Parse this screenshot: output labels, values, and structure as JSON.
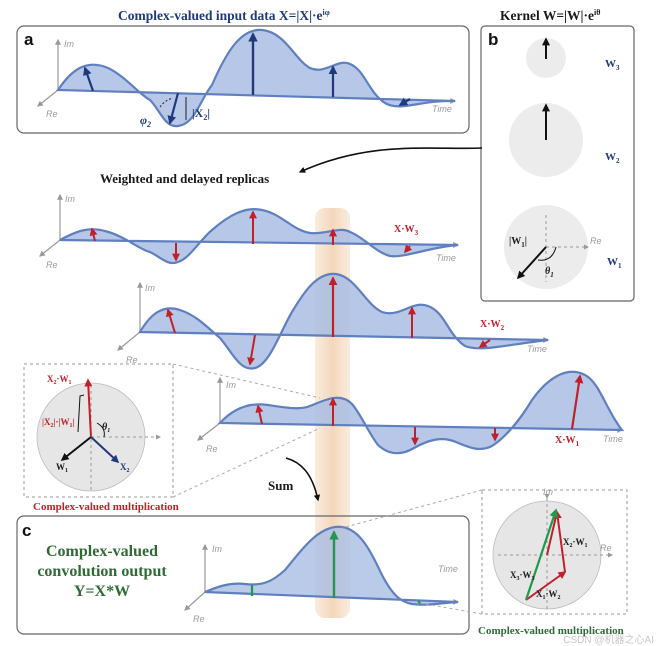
{
  "panels": {
    "a": "a",
    "b": "b",
    "c": "c"
  },
  "titles": {
    "input": "Complex-valued input data X=|X|·e",
    "input_sup": "iφ",
    "kernel": "Kernel W=|W|·e",
    "kernel_sup": "iθ",
    "replicas": "Weighted and delayed replicas",
    "sum": "Sum",
    "output_line1": "Complex-valued",
    "output_line2": "convolution output",
    "output_line3": "Y=X*W",
    "mult_left": "Complex-valued multiplication",
    "mult_right": "Complex-valued multiplication"
  },
  "axes": {
    "im": "Im",
    "re": "Re",
    "time": "Time"
  },
  "labels": {
    "phi2": "φ",
    "phi2_sub": "2",
    "x2abs": "|X",
    "x2abs_sub": "2",
    "x2abs_end": "|",
    "w3": "W",
    "w3_sub": "3",
    "w2": "W",
    "w2_sub": "2",
    "w1": "W",
    "w1_sub": "1",
    "w1abs": "|W",
    "w1abs_sub": "1",
    "w1abs_end": "|",
    "theta1": "θ",
    "theta1_sub": "1",
    "xw3": "X·W",
    "xw3_sub": "3",
    "xw2": "X·W",
    "xw2_sub": "2",
    "xw1": "X·W",
    "xw1_sub": "1",
    "x2w1": "X",
    "x2w1_mid": "2",
    "x2w1_end": "·W",
    "x2w1_sub": "1",
    "x2absw1": "|X",
    "x2absw1_a": "2",
    "x2absw1_b": "|·|W",
    "x2absw1_c": "1",
    "x2absw1_d": "|",
    "l_w1": "W",
    "l_w1_sub": "1",
    "l_x2": "X",
    "l_x2_sub": "2",
    "l_theta": "θ",
    "l_theta_sub": "1",
    "r_x2w1": "X",
    "r_x2w1_a": "2",
    "r_x2w1_b": "·W",
    "r_x2w1_c": "1",
    "r_x3w3": "X",
    "r_x3w3_a": "3",
    "r_x3w3_b": "·W",
    "r_x3w3_c": "3",
    "r_x1w2": "X",
    "r_x1w2_a": "1",
    "r_x1w2_b": "·W",
    "r_x1w2_c": "2"
  },
  "watermark": "CSDN @机器之心AI",
  "colors": {
    "fill": "#a9bde3",
    "stroke": "#5f7fbf",
    "blue_arrow": "#1f3a7a",
    "red_arrow": "#c0202a",
    "green_arrow": "#1f9a4a",
    "highlight": "#f5d9bd"
  }
}
